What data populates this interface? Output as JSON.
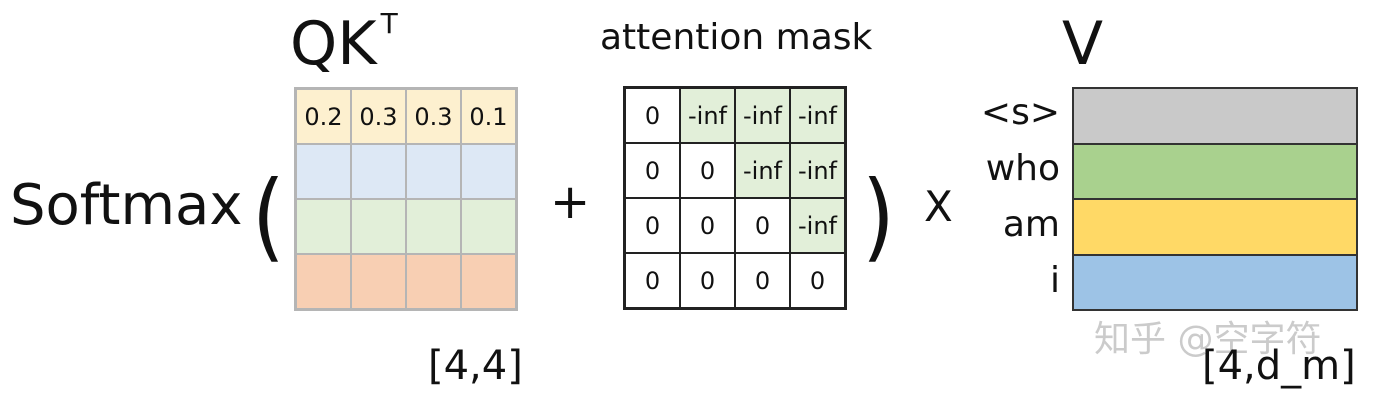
{
  "softmax_label": "Softmax",
  "open_paren": "(",
  "close_paren": ")",
  "qk": {
    "title_main": "QK",
    "title_sup": "T",
    "first_row": [
      "0.2",
      "0.3",
      "0.3",
      "0.1"
    ],
    "row_colors": [
      "#fdf0cf",
      "#dde8f5",
      "#e2efd9",
      "#f8cfb3"
    ],
    "dims": "[4,4]"
  },
  "plus_label": "+",
  "mask": {
    "title": "attention mask",
    "rows": [
      [
        "0",
        "-inf",
        "-inf",
        "-inf"
      ],
      [
        "0",
        "0",
        "-inf",
        "-inf"
      ],
      [
        "0",
        "0",
        "0",
        "-inf"
      ],
      [
        "0",
        "0",
        "0",
        "0"
      ]
    ],
    "neg_color": "#e2efd9"
  },
  "times_label": "X",
  "v": {
    "title": "V",
    "rows": [
      {
        "label": "<s>",
        "color": "#c9c9c9"
      },
      {
        "label": "who",
        "color": "#a9d18e"
      },
      {
        "label": "am",
        "color": "#ffd966"
      },
      {
        "label": "i",
        "color": "#9dc3e6"
      }
    ],
    "dims": "[4,d_m]"
  },
  "watermark": "知乎 @空字符"
}
